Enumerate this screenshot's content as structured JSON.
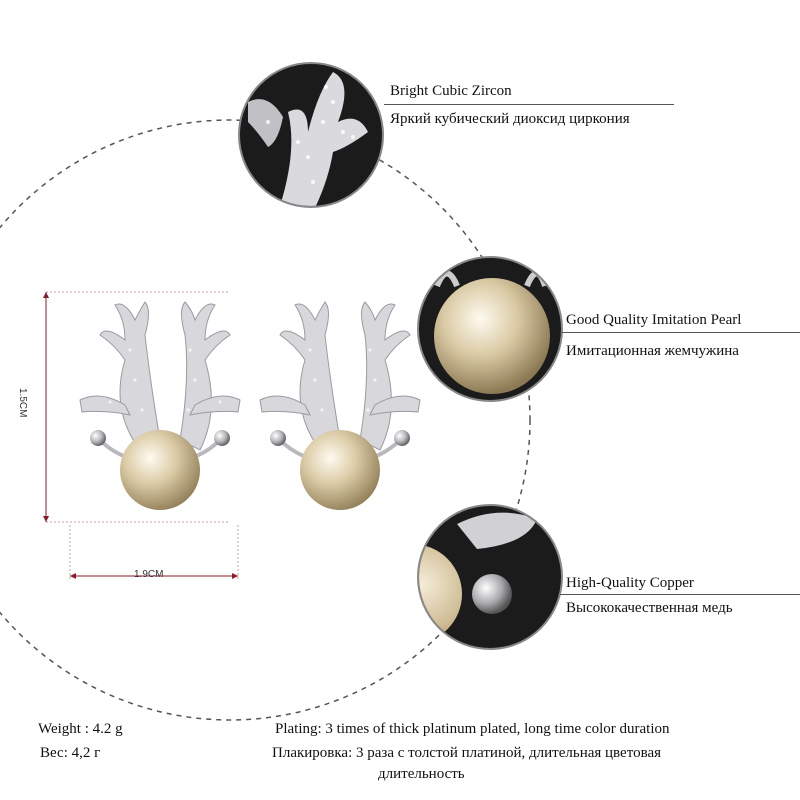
{
  "features": [
    {
      "en": "Bright Cubic Zircon",
      "ru": "Яркий кубический диоксид циркония"
    },
    {
      "en": "Good Quality Imitation Pearl",
      "ru": "Имитационная жемчужина"
    },
    {
      "en": "High-Quality Copper",
      "ru": "Высококачественная медь"
    }
  ],
  "dimensions": {
    "height": "1.5CM",
    "width": "1.9CM"
  },
  "specs": {
    "weight_en": "Weight : 4.2 g",
    "weight_ru": "Вес: 4,2 г",
    "plating_en": "Plating: 3 times of thick platinum plated, long time color duration",
    "plating_ru_1": "Плакировка: 3 раза с толстой платиной, длительная цветовая",
    "plating_ru_2": "длительность"
  },
  "colors": {
    "pearl": "#d9c9a3",
    "silver": "#c8c8cc",
    "dark_bg": "#1b1b1b",
    "dim_line": "#8b1a2a"
  }
}
